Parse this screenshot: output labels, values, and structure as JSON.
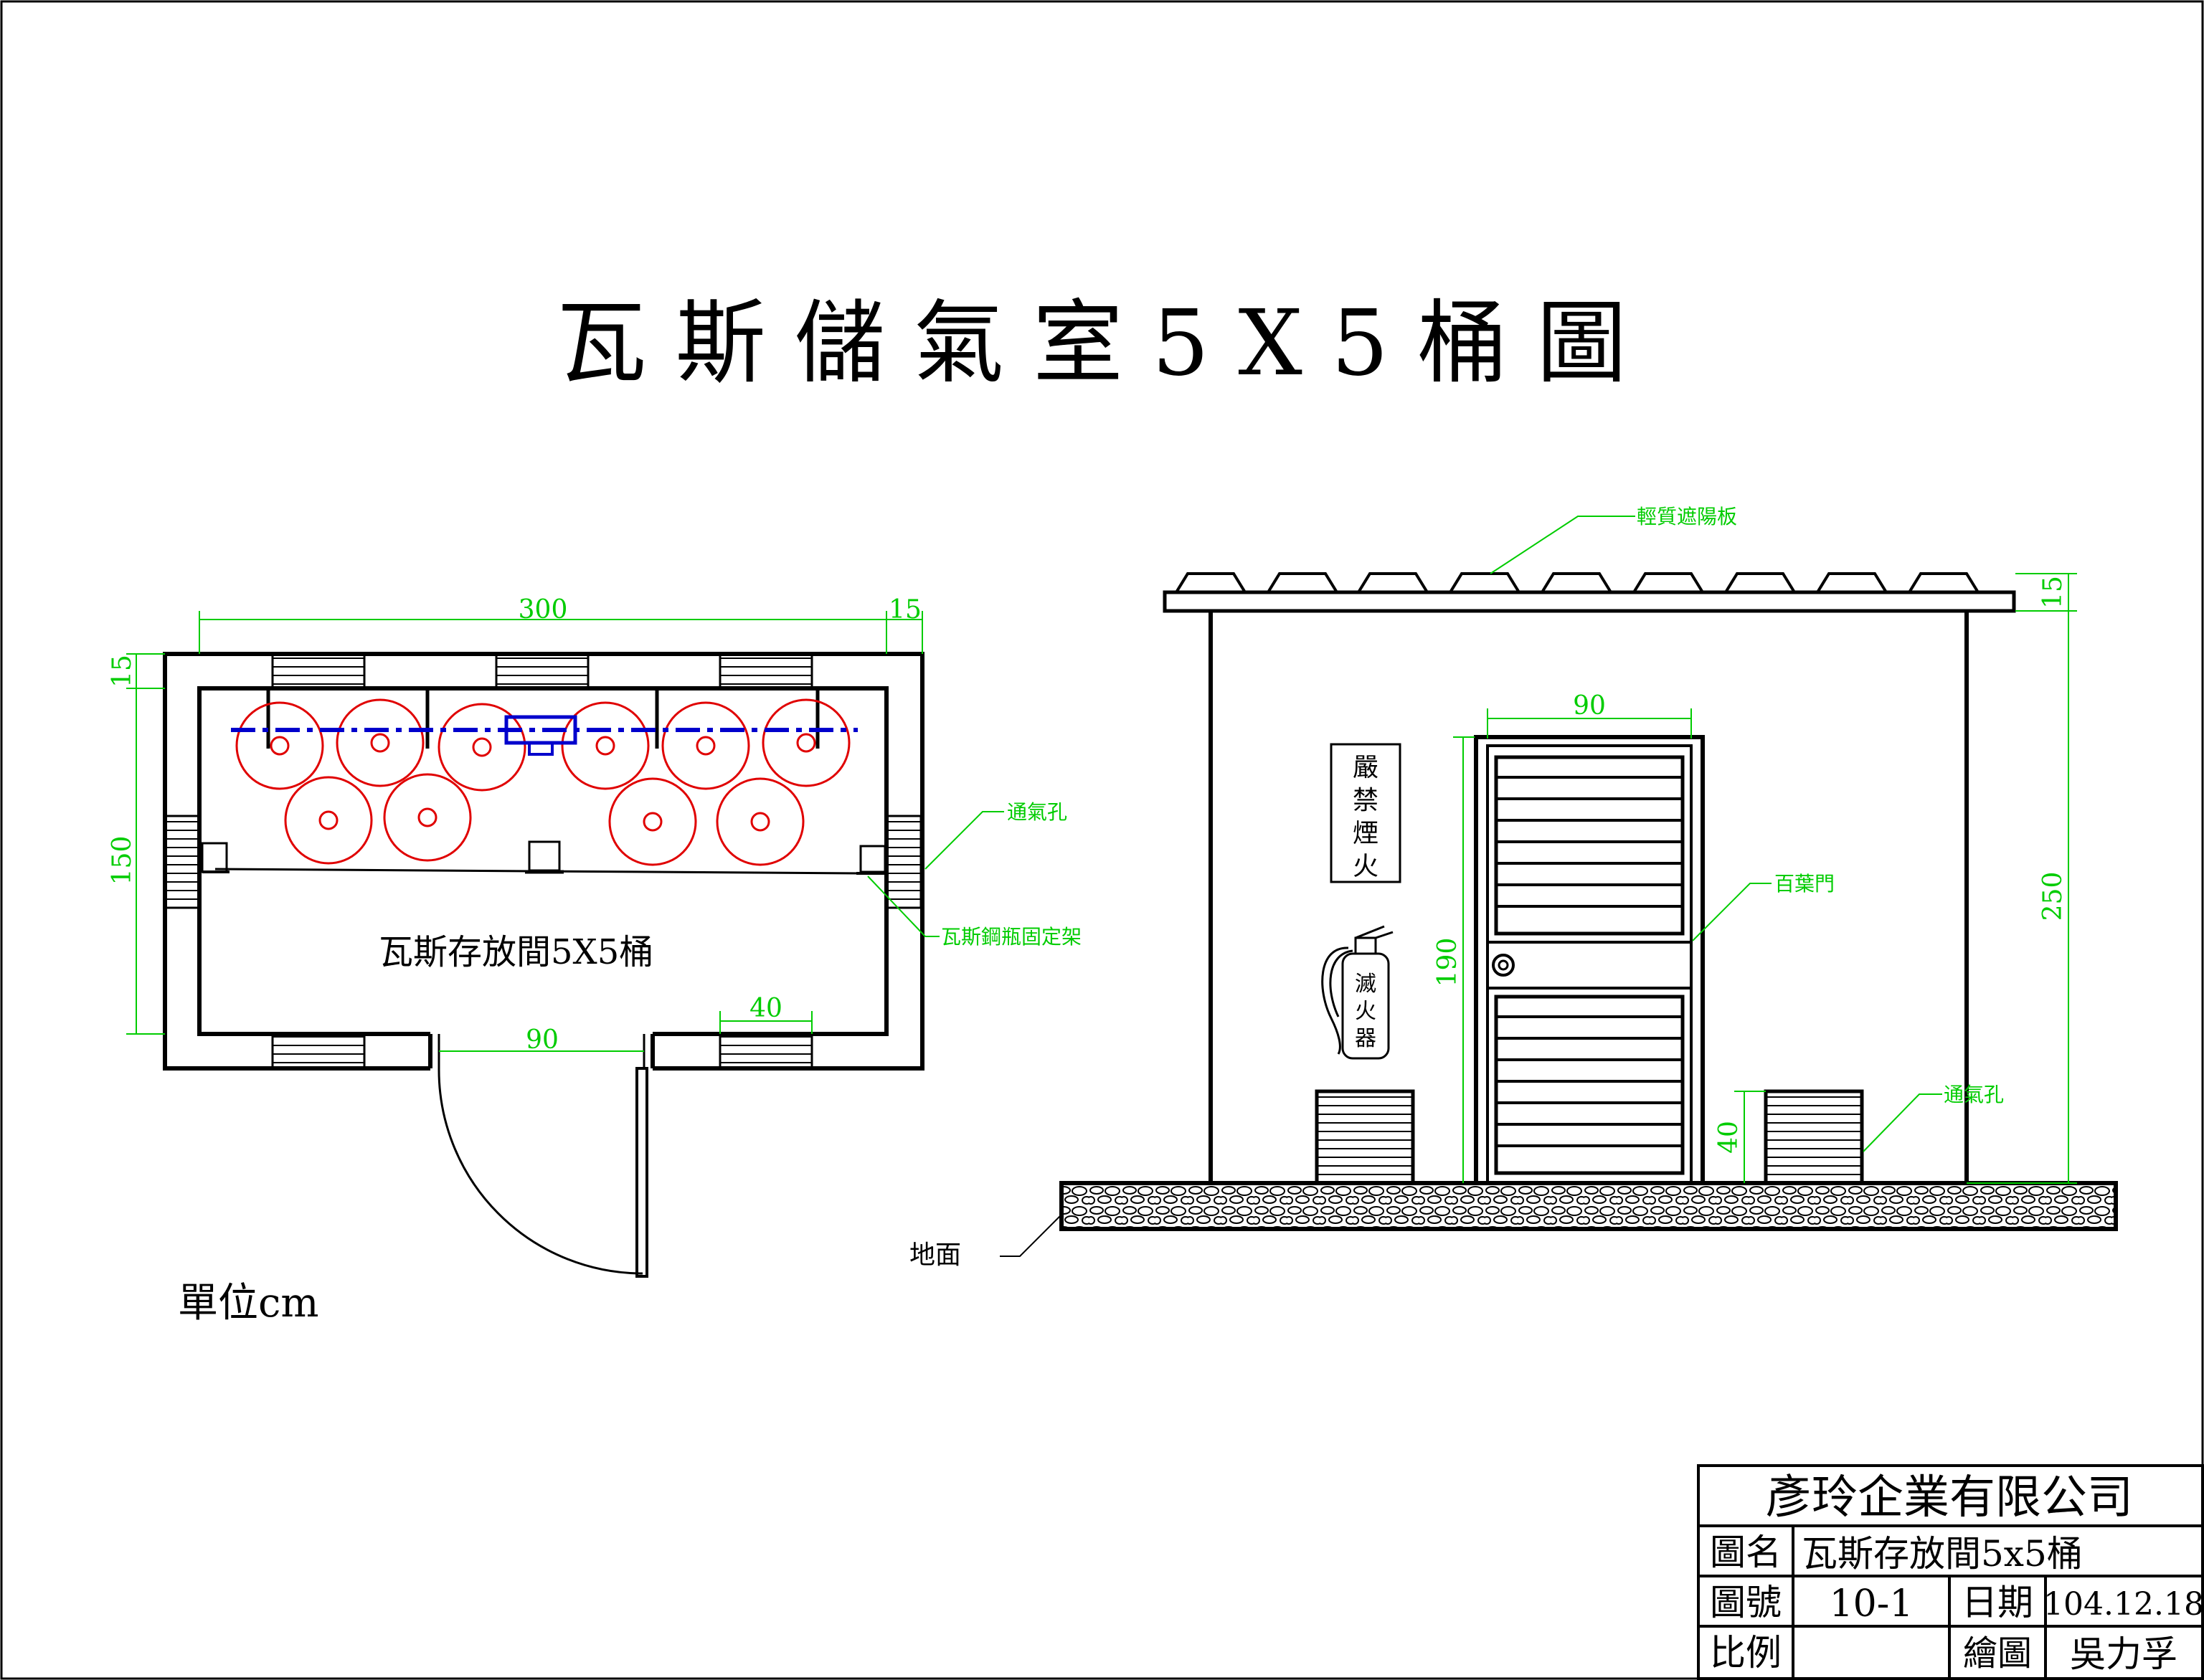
{
  "title": "瓦 斯 儲 氣 室 5 X 5 桶 圖",
  "plan": {
    "dim_width": "300",
    "dim_wall_right": "15",
    "dim_wall_top": "15",
    "dim_depth": "150",
    "dim_door": "90",
    "dim_vent": "40",
    "room_label": "瓦斯存放間5X5桶",
    "unit_label": "單位cm",
    "callout_vent": "通氣孔",
    "callout_rack": "瓦斯鋼瓶固定架"
  },
  "elevation": {
    "callout_sunshade": "輕質遮陽板",
    "dim_roof": "15",
    "dim_door_width": "90",
    "dim_height": "250",
    "dim_door_height": "190",
    "dim_vent_height": "40",
    "sign_no_smoking": [
      "嚴",
      "禁",
      "煙",
      "火"
    ],
    "extinguisher": [
      "滅",
      "火",
      "器"
    ],
    "callout_louver_door": "百葉門",
    "callout_vent": "通氣孔",
    "callout_ground": "地面"
  },
  "title_block": {
    "company": "彥玲企業有限公司",
    "drawing_name_label": "圖名",
    "drawing_name": "瓦斯存放間5x5桶",
    "drawing_no_label": "圖號",
    "drawing_no": "10-1",
    "date_label": "日期",
    "date": "104.12.18",
    "scale_label": "比例",
    "scale": "",
    "drawn_by_label": "繪圖",
    "drawn_by": "吳力孚"
  },
  "colors": {
    "line": "#000000",
    "dimension": "#00cc00",
    "cylinder": "#e00000",
    "chain": "#0000cc"
  }
}
